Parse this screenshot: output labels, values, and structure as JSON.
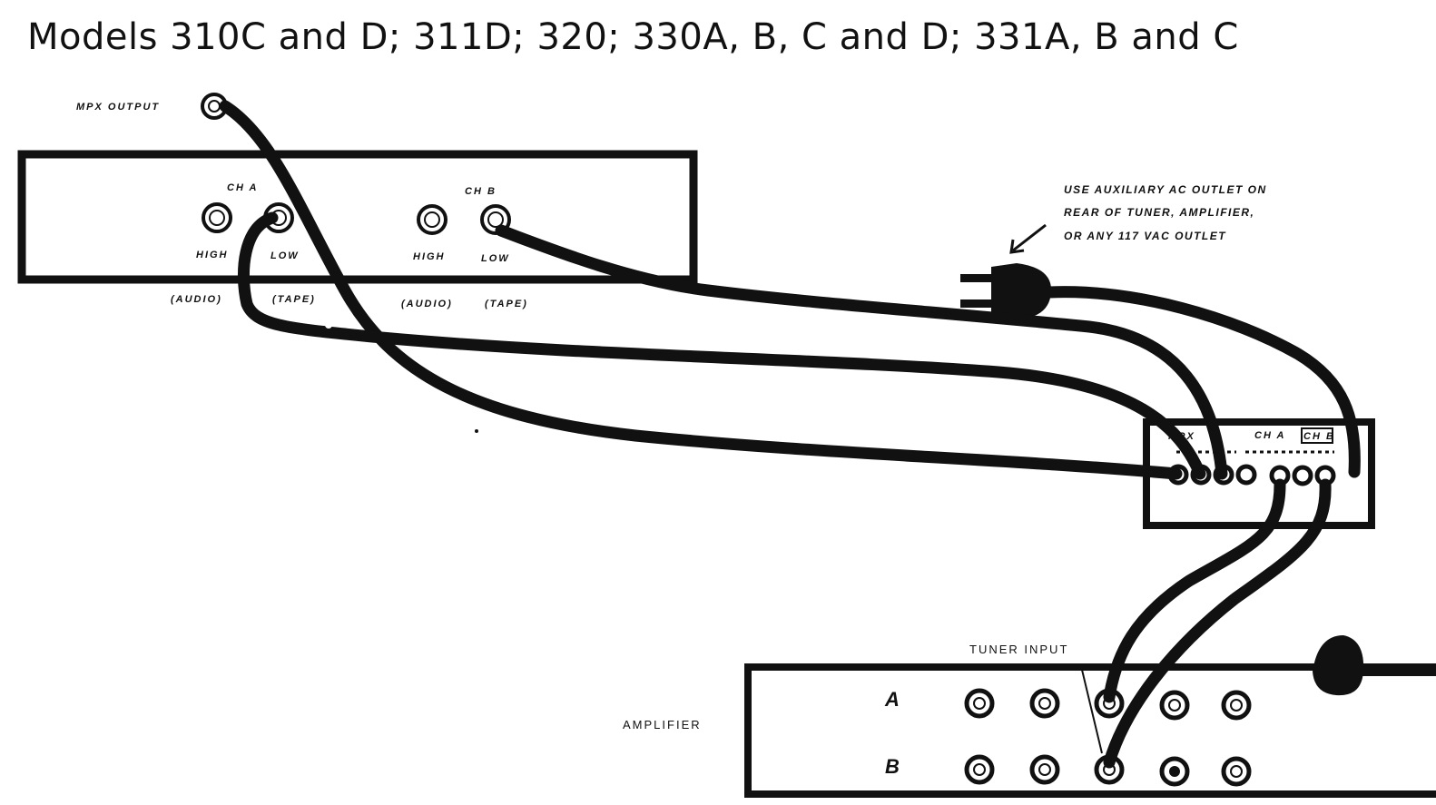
{
  "title": "Models 310C and D; 311D; 320; 330A, B, C and D; 331A, B and C",
  "adapter": {
    "mpx_output_label": "MPX OUTPUT",
    "ch_a_label": "CH A",
    "ch_b_label": "CH B",
    "high_label": "HIGH",
    "low_label": "LOW",
    "audio_label": "(AUDIO)",
    "tape_label": "(TAPE)"
  },
  "power_note": {
    "line1": "USE AUXILIARY AC OUTLET ON",
    "line2": "REAR OF TUNER, AMPLIFIER,",
    "line3": "OR ANY 117 VAC OUTLET"
  },
  "tuner": {
    "mpx_label": "MPX",
    "ch_a_label": "CH A",
    "ch_b_label": "CH B"
  },
  "amplifier": {
    "label": "AMPLIFIER",
    "tuner_input_label": "TUNER INPUT",
    "row_a_label": "A",
    "row_b_label": "B"
  },
  "colors": {
    "ink": "#111111",
    "paper": "#ffffff"
  }
}
